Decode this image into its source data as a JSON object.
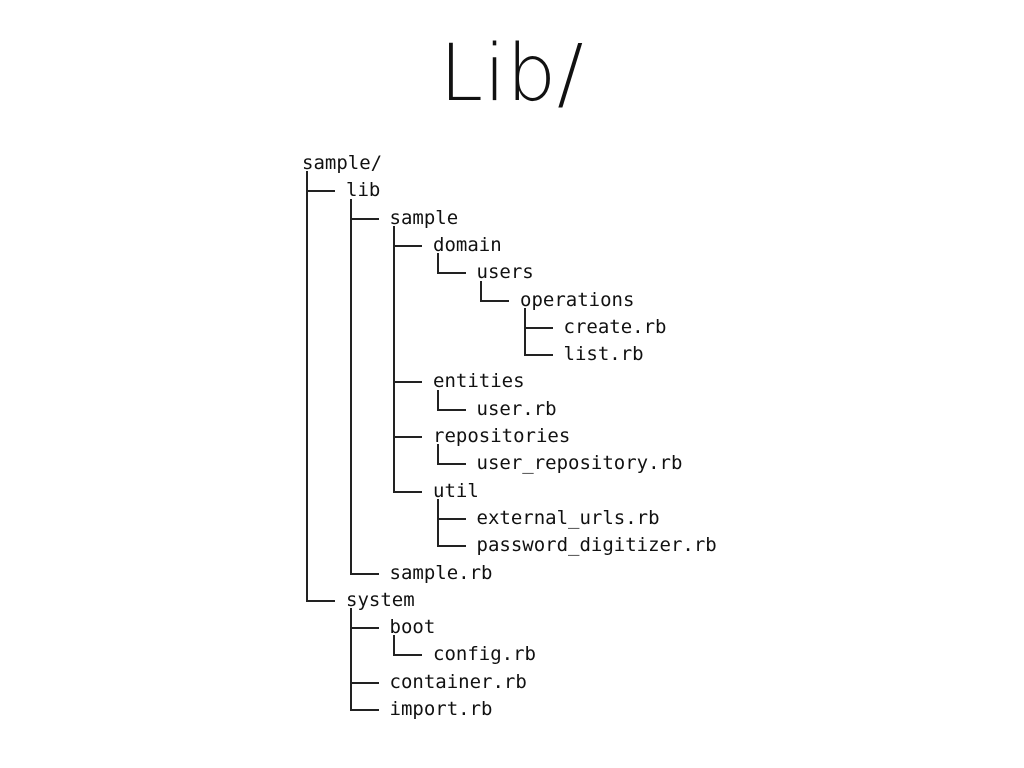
{
  "slide": {
    "title": "Lib/"
  },
  "tree": {
    "nodes": [
      {
        "name": "sample/",
        "depth": 0,
        "last": false
      },
      {
        "name": "lib",
        "depth": 1,
        "last": false
      },
      {
        "name": "sample",
        "depth": 2,
        "last": false
      },
      {
        "name": "domain",
        "depth": 3,
        "last": false
      },
      {
        "name": "users",
        "depth": 4,
        "last": true
      },
      {
        "name": "operations",
        "depth": 5,
        "last": true
      },
      {
        "name": "create.rb",
        "depth": 6,
        "last": false
      },
      {
        "name": "list.rb",
        "depth": 6,
        "last": true
      },
      {
        "name": "entities",
        "depth": 3,
        "last": false
      },
      {
        "name": "user.rb",
        "depth": 4,
        "last": true
      },
      {
        "name": "repositories",
        "depth": 3,
        "last": false
      },
      {
        "name": "user_repository.rb",
        "depth": 4,
        "last": true
      },
      {
        "name": "util",
        "depth": 3,
        "last": true
      },
      {
        "name": "external_urls.rb",
        "depth": 4,
        "last": false
      },
      {
        "name": "password_digitizer.rb",
        "depth": 4,
        "last": true
      },
      {
        "name": "sample.rb",
        "depth": 2,
        "last": true
      },
      {
        "name": "system",
        "depth": 1,
        "last": true
      },
      {
        "name": "boot",
        "depth": 2,
        "last": false
      },
      {
        "name": "config.rb",
        "depth": 3,
        "last": true
      },
      {
        "name": "container.rb",
        "depth": 2,
        "last": false
      },
      {
        "name": "import.rb",
        "depth": 2,
        "last": true
      }
    ]
  }
}
